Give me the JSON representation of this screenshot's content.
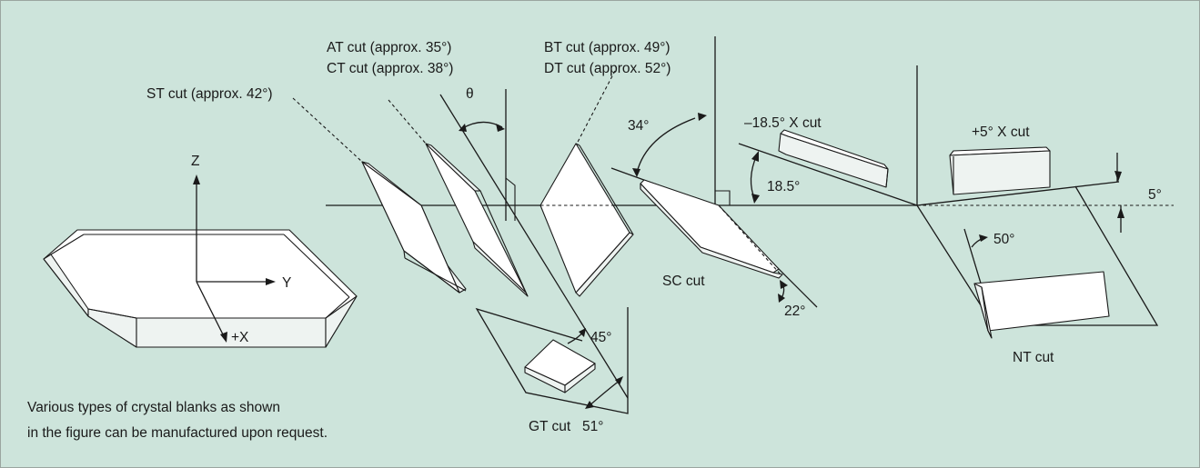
{
  "colors": {
    "background": "#cde4db",
    "border": "#9aa59f",
    "ink": "#1a1a1a",
    "plate": "#ffffff"
  },
  "axes": {
    "z": "Z",
    "y": "Y",
    "x": "+X"
  },
  "cuts": {
    "st": "ST cut (approx. 42°)",
    "at": "AT cut (approx. 35°)",
    "ct": "CT cut (approx. 38°)",
    "bt": "BT cut (approx. 49°)",
    "dt": "DT cut (approx. 52°)",
    "x_neg": "–18.5° X cut",
    "x_pos": "+5° X cut",
    "sc": "SC cut",
    "gt": "GT cut",
    "nt": "NT cut"
  },
  "angles": {
    "theta": "θ",
    "a34": "34°",
    "a18_5": "18.5°",
    "a5": "5°",
    "a50": "50°",
    "a22": "22°",
    "a45": "45°",
    "a51": "51°"
  },
  "note": {
    "line1": "Various types of crystal blanks as shown",
    "line2": "in the figure can be manufactured upon request."
  }
}
